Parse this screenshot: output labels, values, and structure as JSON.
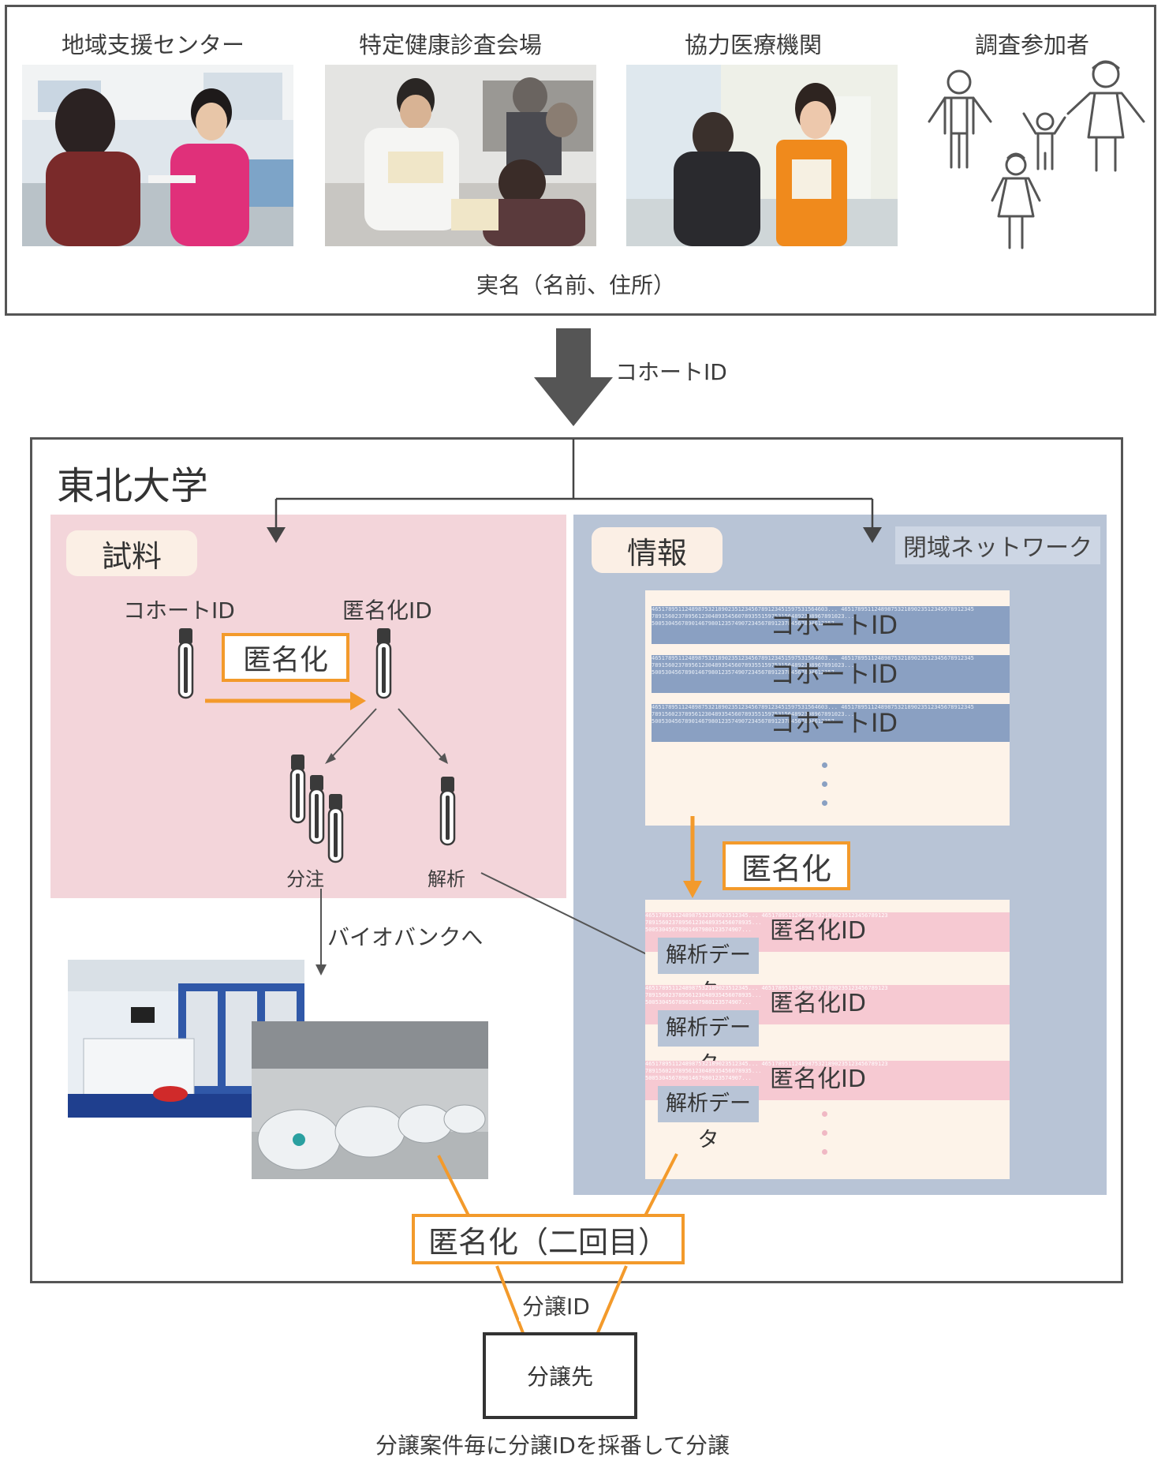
{
  "top": {
    "sites": [
      "地域支援センター",
      "特定健康診査会場",
      "協力医療機関",
      "調査参加者"
    ],
    "real_name_label": "実名（名前、住所）"
  },
  "flow_label": "コホートID",
  "university": {
    "title": "東北大学",
    "sample": {
      "pill": "試料",
      "cohort_id_label": "コホートID",
      "anon_id_label": "匿名化ID",
      "anonymize_label": "匿名化",
      "aliquot_label": "分注",
      "analysis_label": "解析",
      "biobank_label": "バイオバンクへ"
    },
    "info": {
      "pill": "情報",
      "closed_network": "閉域ネットワーク",
      "cohort_rows": [
        "コホートID",
        "コホートID",
        "コホートID"
      ],
      "anonymize_label": "匿名化",
      "anon_rows": [
        {
          "id": "匿名化ID",
          "data": "解析データ"
        },
        {
          "id": "匿名化ID",
          "data": "解析データ"
        },
        {
          "id": "匿名化ID",
          "data": "解析データ"
        }
      ]
    },
    "second_anonymize": "匿名化（二回目）"
  },
  "distribution_id_label": "分譲ID",
  "destination": "分譲先",
  "footer": "分譲案件毎に分譲IDを採番して分譲",
  "colors": {
    "accent_orange": "#f39a2b",
    "sample_panel": "#f3d5da",
    "info_panel": "#b8c4d6",
    "border": "#555555"
  }
}
